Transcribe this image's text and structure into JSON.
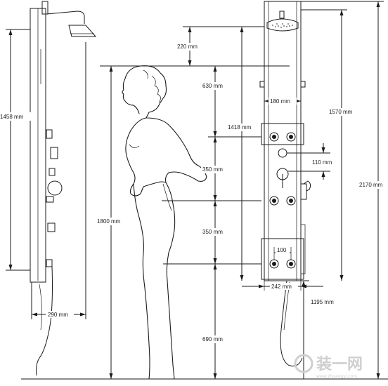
{
  "dimensions": {
    "panel_height_side": "1458 mm",
    "width_side": "290 mm",
    "head_offset": "220 mm",
    "head_to_top_jets": "630 mm",
    "jet_spacing_h": "180 mm",
    "panel_height_front": "1418 mm",
    "top_to_floor": "1570 mm",
    "total_height": "2170 mm",
    "diverter_offset": "110 mm",
    "jet_gap_upper": "350 mm",
    "jet_gap_lower": "350 mm",
    "person_height": "1800 mm",
    "bottom_jet_spacing": "100",
    "base_width": "242 mm",
    "floor_to_bottom": "1195 mm",
    "bottom_gap": "690 mm"
  },
  "watermark": {
    "text": "装一网",
    "subtext": "www.zhuangyi.com"
  }
}
